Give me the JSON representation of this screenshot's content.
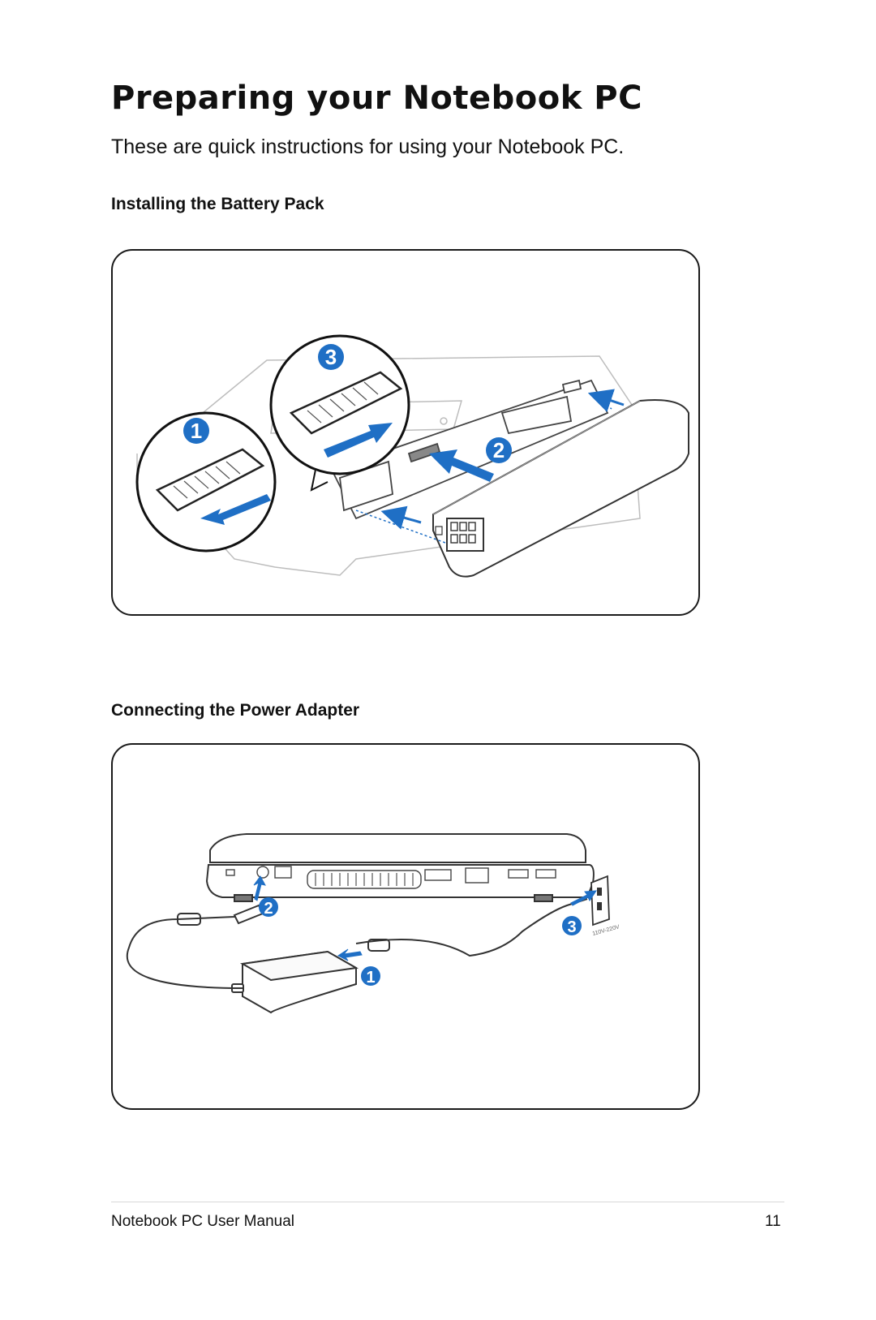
{
  "page": {
    "title": "Preparing your Notebook PC",
    "intro": "These are quick instructions for using your Notebook PC."
  },
  "sections": {
    "battery": {
      "heading": "Installing the Battery Pack",
      "steps": [
        "1",
        "2",
        "3"
      ]
    },
    "power": {
      "heading": "Connecting the Power Adapter",
      "steps": [
        "1",
        "2",
        "3"
      ],
      "outlet_label": "110V-220V"
    }
  },
  "footer": {
    "manual_title": "Notebook PC User Manual",
    "page_number": "11"
  },
  "colors": {
    "accent_blue": "#1f6fc5",
    "line_gray": "#b8b8b8",
    "text": "#111111"
  }
}
